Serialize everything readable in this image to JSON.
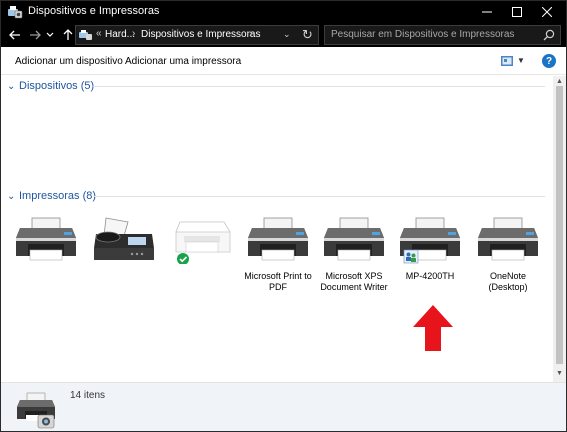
{
  "window": {
    "title": "Dispositivos e Impressoras"
  },
  "address": {
    "overflow": "«",
    "crumbs": [
      "Hard...",
      "Dispositivos e Impressoras"
    ],
    "search_placeholder": "Pesquisar em Dispositivos e Impressoras"
  },
  "commands": {
    "add_device": "Adicionar um dispositivo",
    "add_printer": "Adicionar uma impressora"
  },
  "groups": {
    "devices": {
      "label": "Dispositivos (5)"
    },
    "printers": {
      "label": "Impressoras (8)"
    }
  },
  "printers": [
    {
      "name": "",
      "kind": "printer-icon"
    },
    {
      "name": "",
      "kind": "fax-icon"
    },
    {
      "name": "",
      "kind": "default-printer-icon",
      "default": true
    },
    {
      "name": "Microsoft Print to PDF",
      "kind": "printer-icon"
    },
    {
      "name": "Microsoft XPS Document Writer",
      "kind": "printer-icon"
    },
    {
      "name": "MP-4200TH",
      "kind": "shared-printer-icon"
    },
    {
      "name": "OneNote (Desktop)",
      "kind": "printer-icon"
    }
  ],
  "details": {
    "count": "14 itens"
  },
  "colors": {
    "titlebar": "#000000",
    "group_header": "#1e56a0",
    "annotation_arrow": "#e8141b",
    "default_check": "#16a34a"
  }
}
